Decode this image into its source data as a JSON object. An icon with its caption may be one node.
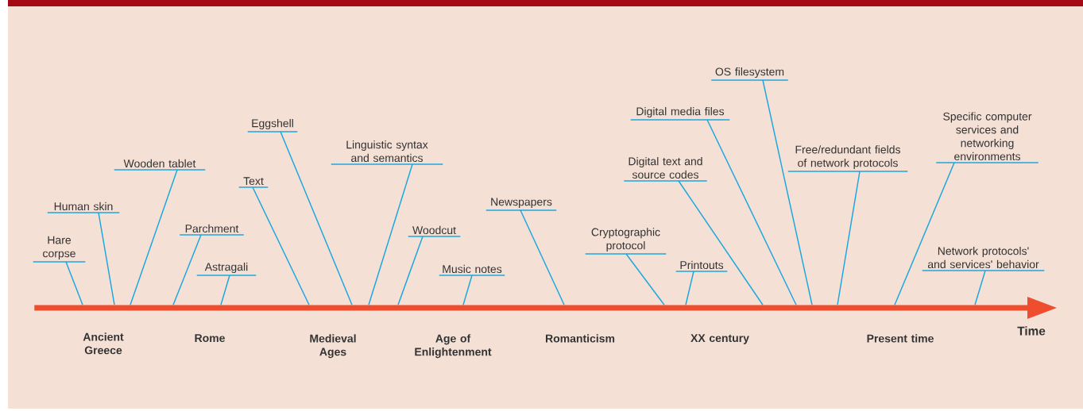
{
  "diagram": {
    "nodes": [
      {
        "text": [],
        "shape": "bar",
        "beside": [
          "Time"
        ]
      },
      {
        "text": [
          "Hare corpse"
        ]
      },
      {
        "text": [
          "Human skin"
        ]
      },
      {
        "text": [
          "Wooden tablet"
        ]
      },
      {
        "text": [
          "Parchment"
        ]
      },
      {
        "text": [
          "Astragali"
        ]
      },
      {
        "text": [
          "Text"
        ]
      },
      {
        "text": [
          "Eggshell"
        ]
      },
      {
        "text": [
          "Linguistic syntax and semantics"
        ]
      },
      {
        "text": [
          "Woodcut"
        ]
      },
      {
        "text": [
          "Music notes"
        ]
      },
      {
        "text": [
          "Newspapers"
        ]
      },
      {
        "text": [
          "Cryptographic protocol"
        ]
      },
      {
        "text": [
          "Printouts"
        ]
      },
      {
        "text": [
          "Digital text and source codes"
        ]
      },
      {
        "text": [
          "Digital media files"
        ]
      },
      {
        "text": [
          "OS filesystem"
        ]
      },
      {
        "text": [
          "Free/redundant fields of network protocols"
        ]
      },
      {
        "text": [
          "Specific computer services and networking environments"
        ]
      },
      {
        "text": [
          "Network protocols' and services' behavior"
        ]
      }
    ],
    "edges": [
      {
        "from": 1,
        "to": 0,
        "arrow": "none"
      },
      {
        "from": 2,
        "to": 0,
        "arrow": "none"
      },
      {
        "from": 3,
        "to": 0,
        "arrow": "none"
      },
      {
        "from": 4,
        "to": 0,
        "arrow": "none"
      },
      {
        "from": 5,
        "to": 0,
        "arrow": "none"
      },
      {
        "from": 6,
        "to": 0,
        "arrow": "none"
      },
      {
        "from": 7,
        "to": 0,
        "arrow": "none"
      },
      {
        "from": 8,
        "to": 0,
        "arrow": "none"
      },
      {
        "from": 9,
        "to": 0,
        "arrow": "none"
      },
      {
        "from": 10,
        "to": 0,
        "arrow": "none"
      },
      {
        "from": 11,
        "to": 0,
        "arrow": "none"
      },
      {
        "from": 12,
        "to": 0,
        "arrow": "none"
      },
      {
        "from": 13,
        "to": 0,
        "arrow": "none"
      },
      {
        "from": 14,
        "to": 0,
        "arrow": "none"
      },
      {
        "from": 15,
        "to": 0,
        "arrow": "none"
      },
      {
        "from": 16,
        "to": 0,
        "arrow": "none"
      },
      {
        "from": 17,
        "to": 0,
        "arrow": "none"
      },
      {
        "from": 18,
        "to": 0,
        "arrow": "none"
      },
      {
        "from": 19,
        "to": 0,
        "arrow": "none"
      }
    ],
    "labels": [
      "Ancient Greece",
      "Rome",
      "Medieval Ages",
      "Age of Enlightenment",
      "Romanticism",
      "XX century",
      "Present time"
    ]
  }
}
